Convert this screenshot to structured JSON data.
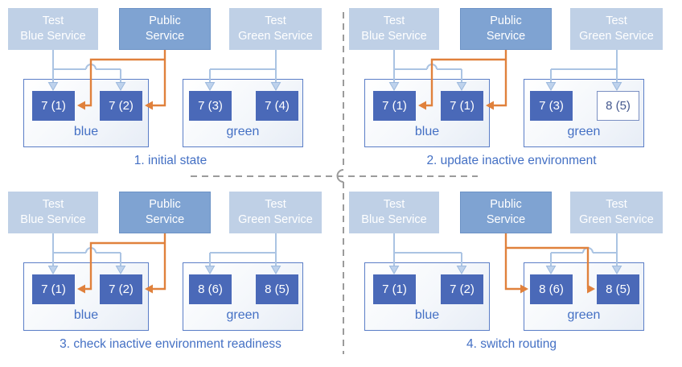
{
  "colors": {
    "accent_blue": "#4470c4",
    "pod_blue": "#4a69b8",
    "service_light_blue": "#bfd0e6",
    "service_medium_blue": "#7fa3d2",
    "arrow_orange": "#e0813c",
    "arrow_light_blue": "#abc4e3",
    "divider_gray": "#9b9b9b"
  },
  "panels": [
    {
      "caption": "1. initial state",
      "public_route": "blue",
      "services": [
        {
          "line1": "Test",
          "line2": "Blue Service",
          "variant": "light"
        },
        {
          "line1": "Public",
          "line2": "Service",
          "variant": "medium"
        },
        {
          "line1": "Test",
          "line2": "Green Service",
          "variant": "light"
        }
      ],
      "environments": [
        {
          "name": "blue",
          "pods": [
            {
              "label": "7 (1)",
              "variant": "solid"
            },
            {
              "label": "7 (2)",
              "variant": "solid"
            }
          ]
        },
        {
          "name": "green",
          "pods": [
            {
              "label": "7 (3)",
              "variant": "solid"
            },
            {
              "label": "7 (4)",
              "variant": "solid"
            }
          ]
        }
      ]
    },
    {
      "caption": "2. update inactive environment",
      "public_route": "blue",
      "services": [
        {
          "line1": "Test",
          "line2": "Blue Service",
          "variant": "light"
        },
        {
          "line1": "Public",
          "line2": "Service",
          "variant": "medium"
        },
        {
          "line1": "Test",
          "line2": "Green Service",
          "variant": "light"
        }
      ],
      "environments": [
        {
          "name": "blue",
          "pods": [
            {
              "label": "7 (1)",
              "variant": "solid"
            },
            {
              "label": "7 (1)",
              "variant": "solid"
            }
          ]
        },
        {
          "name": "green",
          "pods": [
            {
              "label": "7 (3)",
              "variant": "solid"
            },
            {
              "label": "8 (5)",
              "variant": "outline"
            }
          ]
        }
      ]
    },
    {
      "caption": "3. check inactive environment readiness",
      "public_route": "blue",
      "services": [
        {
          "line1": "Test",
          "line2": "Blue Service",
          "variant": "light"
        },
        {
          "line1": "Public",
          "line2": "Service",
          "variant": "medium"
        },
        {
          "line1": "Test",
          "line2": "Green Service",
          "variant": "light"
        }
      ],
      "environments": [
        {
          "name": "blue",
          "pods": [
            {
              "label": "7 (1)",
              "variant": "solid"
            },
            {
              "label": "7 (2)",
              "variant": "solid"
            }
          ]
        },
        {
          "name": "green",
          "pods": [
            {
              "label": "8 (6)",
              "variant": "solid"
            },
            {
              "label": "8 (5)",
              "variant": "solid"
            }
          ]
        }
      ]
    },
    {
      "caption": "4. switch routing",
      "public_route": "green",
      "services": [
        {
          "line1": "Test",
          "line2": "Blue Service",
          "variant": "light"
        },
        {
          "line1": "Public",
          "line2": "Service",
          "variant": "medium"
        },
        {
          "line1": "Test",
          "line2": "Green Service",
          "variant": "light"
        }
      ],
      "environments": [
        {
          "name": "blue",
          "pods": [
            {
              "label": "7 (1)",
              "variant": "solid"
            },
            {
              "label": "7 (2)",
              "variant": "solid"
            }
          ]
        },
        {
          "name": "green",
          "pods": [
            {
              "label": "8 (6)",
              "variant": "solid"
            },
            {
              "label": "8 (5)",
              "variant": "solid"
            }
          ]
        }
      ]
    }
  ]
}
